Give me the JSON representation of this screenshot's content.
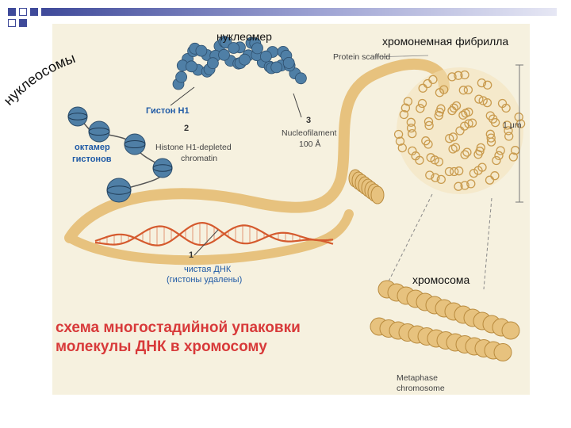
{
  "labels": {
    "nucleomer": "нуклеомер",
    "chromonema_fibril": "хромонемная фибрилла",
    "nucleosomes": "нуклеосомы",
    "protein_scaffold": "Protein scaffold",
    "histone_h1": "Гистон Н1",
    "step2": "2",
    "histone_depleted_line1": "Histone H1-depleted",
    "histone_depleted_line2": "chromatin",
    "octamer_line1": "октамер",
    "octamer_line2": "гистонов",
    "step3": "3",
    "nucleofilament_line1": "Nucleofilament",
    "nucleofilament_line2": "100 Å",
    "scale": "1 μm",
    "chromosome": "хромосома",
    "step1": "1",
    "naked_dna_line1": "чистая ДНК",
    "naked_dna_line2": "(гистоны удалены)",
    "metaphase_line1": "Metaphase",
    "metaphase_line2": "chromosome"
  },
  "caption": {
    "line1": "схема многостадийной упаковки",
    "line2": "молекулы ДНК в хромосому"
  },
  "colors": {
    "accent": "#3f4a9a",
    "caption_red": "#d83a3a",
    "label_blue": "#1f5aa6",
    "fiber": "#e7c27e",
    "nucleosome": "#4f7fa6",
    "dna_red": "#d55a2e"
  }
}
